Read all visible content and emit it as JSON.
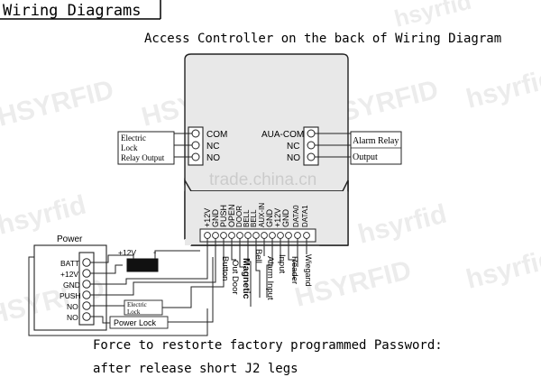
{
  "header": {
    "title": "Wiring Diagrams"
  },
  "subtitle": "Access Controller on the back of Wiring Diagram",
  "watermarks": {
    "brand": "HSYRFID",
    "brand_lower": "hsyrfid",
    "site": "trade.china.cn"
  },
  "controller": {
    "left_relay": [
      "COM",
      "NC",
      "NO"
    ],
    "right_relay_labels": [
      "AUA-COM",
      "NC",
      "NO"
    ],
    "pins": [
      "+12V",
      "GND",
      "PUSH",
      "OPEN",
      "DOOR",
      "BELL",
      "BELL",
      "AUX-IN",
      "GND",
      "+12V",
      "GND",
      "DATA0",
      "DATA1"
    ]
  },
  "left_box": {
    "line1": "Electric",
    "line2": "Lock",
    "line3": "Relay Output"
  },
  "right_box": {
    "line1": "Alarm Relay",
    "line2": "Output"
  },
  "power": {
    "title": "Power",
    "terminals": [
      "BATT",
      "+12V",
      "GND",
      "PUSH",
      "NO",
      "NO"
    ],
    "battery_plus": "+12V",
    "battery_minus": "-",
    "electric_lock_1": "Electric",
    "electric_lock_2": "Lock",
    "power_lock": "Power Lock"
  },
  "device_labels": [
    "Button",
    "Out Door",
    "Magnetic",
    "Bell",
    "Alarm Input",
    "Input",
    "Reader",
    "Wiegand"
  ],
  "footer": {
    "line1": "Force to restorte factory programmed Password:",
    "line2": "after release short J2 legs"
  }
}
